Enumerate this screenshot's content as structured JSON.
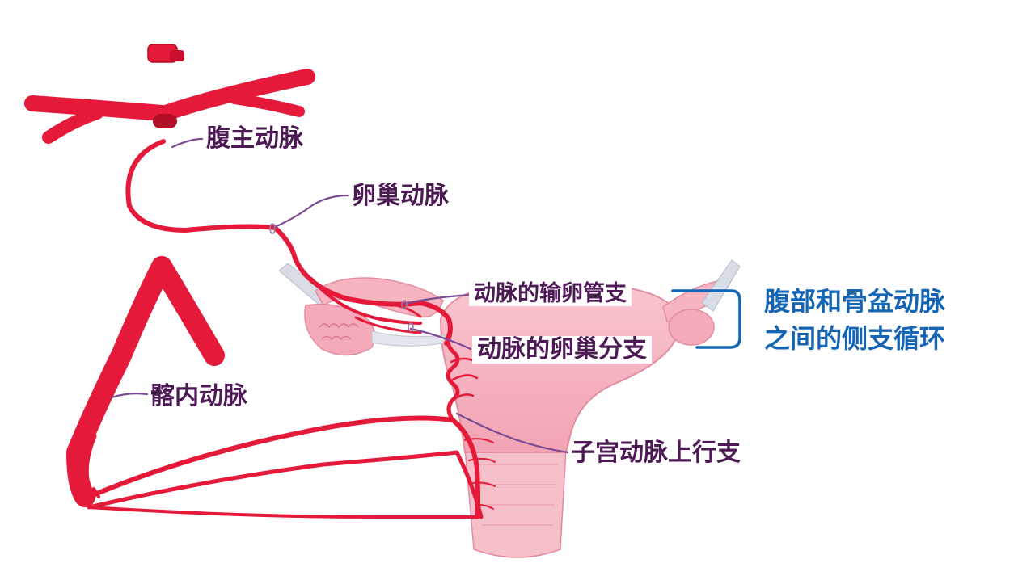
{
  "labels": {
    "aorta": "腹主动脉",
    "ovarian_artery": "卵巢动脉",
    "internal_iliac": "髂内动脉",
    "tubal_branch": "动脉的输卵管支",
    "ovarian_branch": "动脉的卵巢分支",
    "uterine_ascending": "子宫动脉上行支",
    "collateral_line1": "腹部和骨盆动脉",
    "collateral_line2": "之间的侧支循环"
  },
  "colors": {
    "artery": "#e51a3a",
    "artery_dark": "#b10f27",
    "tissue": "#f6b3c0",
    "tissue_dark": "#e7889c",
    "leader": "#7a4a93",
    "label_text": "#4d1a55",
    "bracket": "#1565b5"
  }
}
